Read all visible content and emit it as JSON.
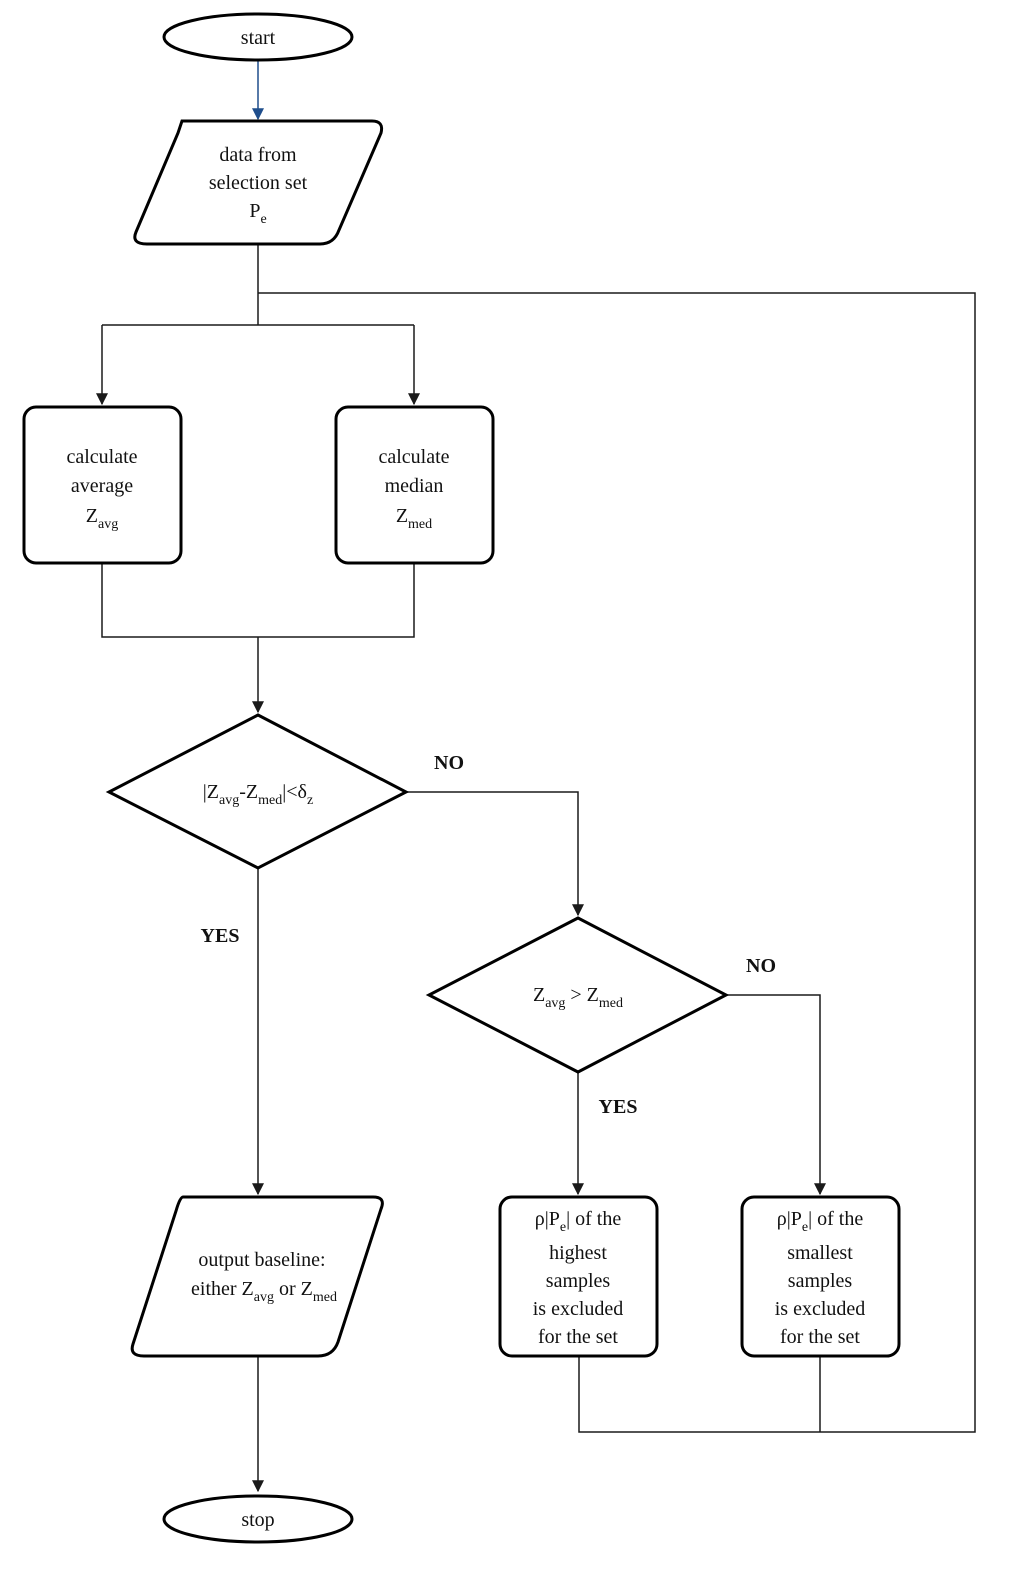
{
  "nodes": {
    "start": {
      "label": "start"
    },
    "input": {
      "line1": "data from",
      "line2": "selection set",
      "line3_main": "P",
      "line3_sub": "e"
    },
    "avg": {
      "line1": "calculate",
      "line2": "average",
      "line3_main": "Z",
      "line3_sub": "avg"
    },
    "med": {
      "line1": "calculate",
      "line2": "median",
      "line3_main": "Z",
      "line3_sub": "med"
    },
    "cond1": {
      "t1": "|Z",
      "t1_sub": "avg",
      "t2": "-Z",
      "t2_sub": "med",
      "t3": "|<δ",
      "t3_sub": "z"
    },
    "cond2": {
      "t1": "Z",
      "t1_sub": "avg",
      "t2": " > Z",
      "t2_sub": "med"
    },
    "output": {
      "line1": "output baseline:",
      "t1": "either Z",
      "t1_sub": "avg",
      "t2": " or Z",
      "t2_sub": "med"
    },
    "exclude_high": {
      "t1": "ρ|P",
      "t1_sub": "e",
      "t2": "| of the",
      "line2": "highest",
      "line3": "samples",
      "line4": "is excluded",
      "line5": "for the set"
    },
    "exclude_low": {
      "t1": "ρ|P",
      "t1_sub": "e",
      "t2": "| of the",
      "line2": "smallest",
      "line3": "samples",
      "line4": "is excluded",
      "line5": "for the set"
    },
    "stop": {
      "label": "stop"
    }
  },
  "edge_labels": {
    "cond1_no": "NO",
    "cond1_yes": "YES",
    "cond2_no": "NO",
    "cond2_yes": "YES"
  },
  "colors": {
    "start_arrow": "#1f4e8c",
    "stroke": "#000000"
  }
}
